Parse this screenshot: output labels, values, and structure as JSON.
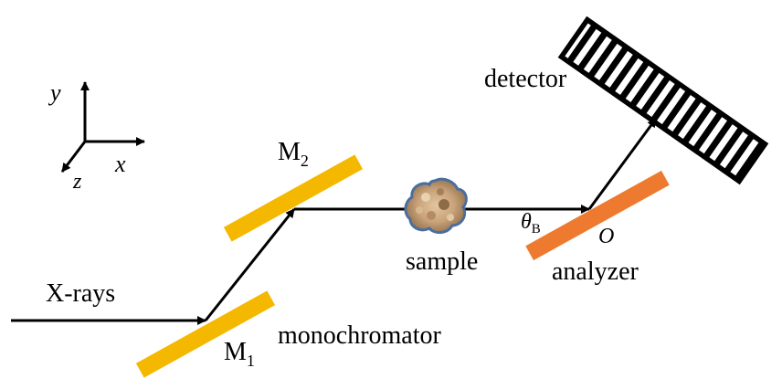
{
  "labels": {
    "xrays": "X-rays",
    "monochromator": "monochromator",
    "m1_base": "M",
    "m1_sub": "1",
    "m2_base": "M",
    "m2_sub": "2",
    "sample": "sample",
    "analyzer": "analyzer",
    "detector": "detector",
    "theta_base": "θ",
    "theta_sub": "B",
    "origin": "O"
  },
  "axes": {
    "x": "x",
    "y": "y",
    "z": "z"
  },
  "colors": {
    "monochromator_crystal": "#F5B800",
    "analyzer_crystal": "#EE7A30",
    "beam": "#000000",
    "sample_fill": "#C9A37A",
    "sample_outline": "#4A6E9E",
    "detector_stripes": "#000000"
  }
}
